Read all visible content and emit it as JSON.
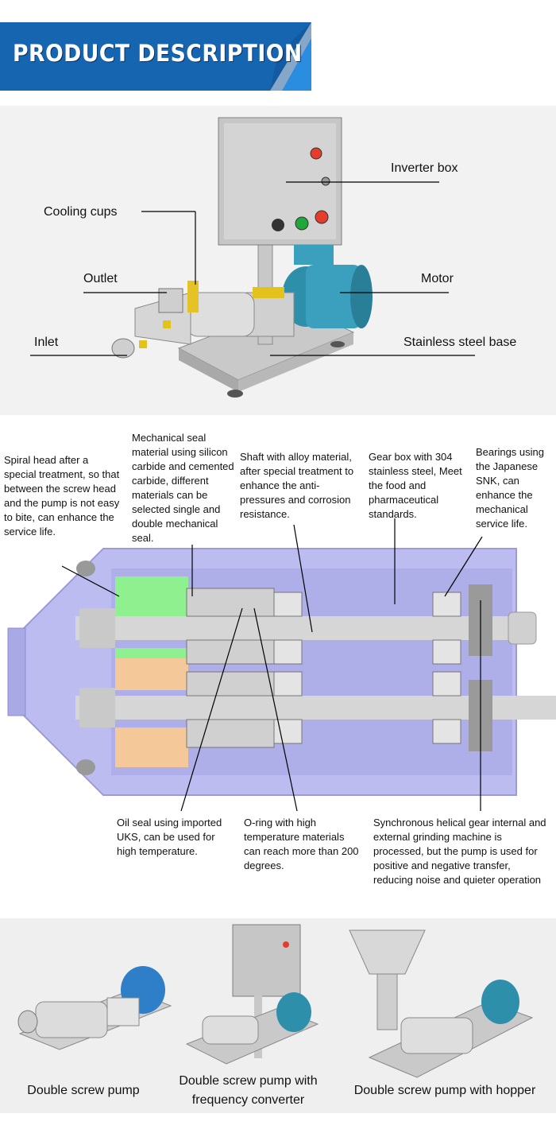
{
  "header": {
    "title": "PRODUCT DESCRIPTION"
  },
  "colors": {
    "banner_blue": "#1565b0",
    "banner_light": "#2a8de0",
    "cutaway_lavender": "#bcbcf0",
    "seal_green": "#8ef08e",
    "orange_part": "#f5c89a"
  },
  "overview": {
    "labels": {
      "inverter_box": "Inverter box",
      "cooling_cups": "Cooling cups",
      "outlet": "Outlet",
      "motor": "Motor",
      "inlet": "Inlet",
      "base": "Stainless steel base"
    }
  },
  "cutaway": {
    "notes": {
      "spiral_head": "Spiral head after a special treatment, so that between the screw head and the pump is not easy to bite, can enhance the service life.",
      "mechanical_seal": "Mechanical seal material using silicon carbide and cemented carbide, different materials can be selected single and double mechanical seal.",
      "shaft": "Shaft with alloy material, after special treatment to enhance the anti-pressures and corrosion resistance.",
      "gear_box": "Gear box with 304 stainless steel, Meet the food and pharmaceutical standards.",
      "bearings": "Bearings using the Japanese SNK, can enhance the mechanical service life.",
      "oil_seal": "Oil seal using imported UKS, can be used for high temperature.",
      "o_ring": "O-ring with high temperature materials can reach more than 200 degrees.",
      "gear": "Synchronous helical gear internal and external grinding machine is processed, but the pump is used for positive and negative transfer, reducing noise and quieter operation"
    }
  },
  "products": [
    {
      "caption": "Double screw pump"
    },
    {
      "caption": "Double screw pump with frequency converter"
    },
    {
      "caption": "Double screw pump with hopper"
    }
  ]
}
